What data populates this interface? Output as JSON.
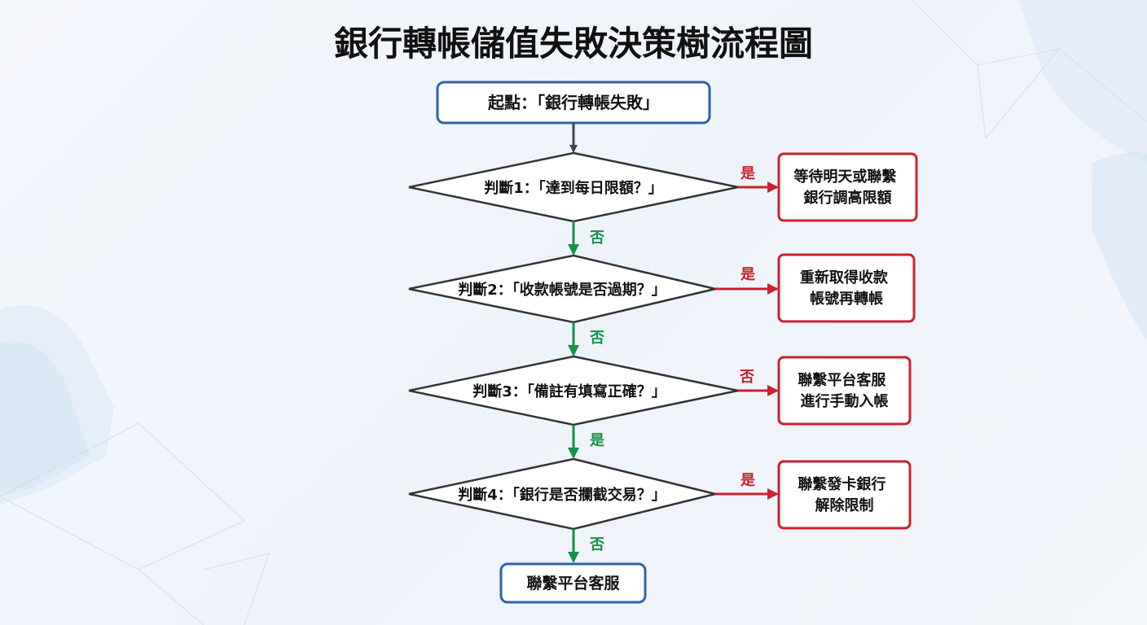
{
  "title": "銀行轉帳儲值失敗決策樹流程圖",
  "start": "起點：「銀行轉帳失敗」",
  "decisions": [
    {
      "label": "判斷1：「達到每日限額？」",
      "branch_label": "是",
      "action_lines": [
        "等待明天或聯繫",
        "銀行調高限額"
      ],
      "next_label": "否"
    },
    {
      "label": "判斷2：「收款帳號是否過期？」",
      "branch_label": "是",
      "action_lines": [
        "重新取得收款",
        "帳號再轉帳"
      ],
      "next_label": "否"
    },
    {
      "label": "判斷3：「備註有填寫正確？」",
      "branch_label": "否",
      "action_lines": [
        "聯繫平台客服",
        "進行手動入帳"
      ],
      "next_label": "是"
    },
    {
      "label": "判斷4：「銀行是否攔截交易？」",
      "branch_label": "是",
      "action_lines": [
        "聯繫發卡銀行",
        "解除限制"
      ],
      "next_label": "否"
    }
  ],
  "end": "聯繫平台客服",
  "colors": {
    "start_border": "#2f63a8",
    "decision_border": "#333333",
    "action_border": "#c8232c",
    "branch_arrow": "#c8232c",
    "flow_arrow": "#16924a",
    "first_arrow": "#444444"
  }
}
